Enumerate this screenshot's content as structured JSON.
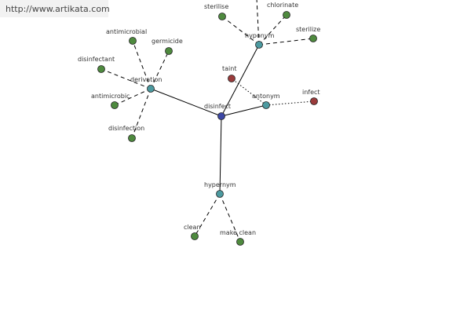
{
  "header": {
    "url": "http://www.artikata.com"
  },
  "colors": {
    "center": "#3c47a5",
    "relation": "#4c9aa0",
    "synonym": "#4e8a3e",
    "antonym_word": "#9a3b3b",
    "edge": "#000000"
  },
  "graph": {
    "nodes": [
      {
        "id": "disinfect",
        "label": "disinfect",
        "kind": "center"
      },
      {
        "id": "derivation",
        "label": "derivation",
        "kind": "relation"
      },
      {
        "id": "hyponym",
        "label": "hyponym",
        "kind": "relation"
      },
      {
        "id": "antonym",
        "label": "antonym",
        "kind": "relation"
      },
      {
        "id": "hypernym",
        "label": "hypernym",
        "kind": "relation"
      },
      {
        "id": "antimicrobial",
        "label": "antimicrobial",
        "kind": "synonym"
      },
      {
        "id": "germicide",
        "label": "germicide",
        "kind": "synonym"
      },
      {
        "id": "disinfectant",
        "label": "disinfectant",
        "kind": "synonym"
      },
      {
        "id": "antimicrobic",
        "label": "antimicrobic",
        "kind": "synonym"
      },
      {
        "id": "disinfection",
        "label": "disinfection",
        "kind": "synonym"
      },
      {
        "id": "sterilise",
        "label": "sterilise",
        "kind": "synonym"
      },
      {
        "id": "chlorinate",
        "label": "chlorinate",
        "kind": "synonym"
      },
      {
        "id": "sterilize",
        "label": "sterilize",
        "kind": "synonym"
      },
      {
        "id": "taint",
        "label": "taint",
        "kind": "antonym_word"
      },
      {
        "id": "infect",
        "label": "infect",
        "kind": "antonym_word"
      },
      {
        "id": "clean",
        "label": "clean",
        "kind": "synonym"
      },
      {
        "id": "make_clean",
        "label": "make clean",
        "kind": "synonym"
      }
    ],
    "edges": [
      {
        "from": "disinfect",
        "to": "derivation",
        "style": "solid"
      },
      {
        "from": "disinfect",
        "to": "hyponym",
        "style": "solid"
      },
      {
        "from": "disinfect",
        "to": "antonym",
        "style": "solid"
      },
      {
        "from": "disinfect",
        "to": "hypernym",
        "style": "solid"
      },
      {
        "from": "derivation",
        "to": "antimicrobial",
        "style": "dashed"
      },
      {
        "from": "derivation",
        "to": "germicide",
        "style": "dashed"
      },
      {
        "from": "derivation",
        "to": "disinfectant",
        "style": "dashed"
      },
      {
        "from": "derivation",
        "to": "antimicrobic",
        "style": "dashed"
      },
      {
        "from": "derivation",
        "to": "disinfection",
        "style": "dashed"
      },
      {
        "from": "hyponym",
        "to": "sterilise",
        "style": "dashed"
      },
      {
        "from": "hyponym",
        "to": "chlorinate",
        "style": "dashed"
      },
      {
        "from": "hyponym",
        "to": "sterilize",
        "style": "dashed"
      },
      {
        "from": "hyponym",
        "to": "offscreen_top",
        "style": "dashed"
      },
      {
        "from": "antonym",
        "to": "taint",
        "style": "dotted"
      },
      {
        "from": "antonym",
        "to": "infect",
        "style": "dotted"
      },
      {
        "from": "hypernym",
        "to": "clean",
        "style": "dashed"
      },
      {
        "from": "hypernym",
        "to": "make_clean",
        "style": "dashed"
      }
    ]
  }
}
